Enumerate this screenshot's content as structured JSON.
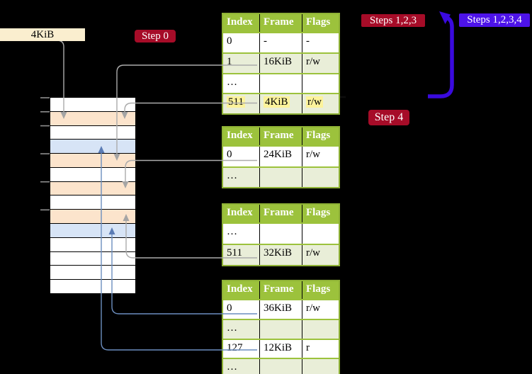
{
  "labels": {
    "size_label": "4KiB",
    "step0": "Step 0",
    "steps123": "Steps 1,2,3",
    "steps1234": "Steps 1,2,3,4",
    "step4": "Step 4"
  },
  "tables": [
    {
      "name": "page-table-top",
      "headers": [
        "Index",
        "Frame",
        "Flags"
      ],
      "rows": [
        [
          "0",
          "-",
          "-"
        ],
        [
          "1",
          "16KiB",
          "r/w"
        ],
        [
          "…",
          "",
          ""
        ],
        [
          "511",
          "4KiB",
          "r/w"
        ]
      ],
      "highlighted_row": "511"
    },
    {
      "name": "page-table-second",
      "headers": [
        "Index",
        "Frame",
        "Flags"
      ],
      "rows": [
        [
          "0",
          "24KiB",
          "r/w"
        ],
        [
          "…",
          "",
          ""
        ]
      ]
    },
    {
      "name": "page-table-third",
      "headers": [
        "Index",
        "Frame",
        "Flags"
      ],
      "rows": [
        [
          "…",
          "",
          ""
        ],
        [
          "511",
          "32KiB",
          "r/w"
        ]
      ]
    },
    {
      "name": "page-table-fourth",
      "headers": [
        "Index",
        "Frame",
        "Flags"
      ],
      "rows": [
        [
          "0",
          "36KiB",
          "r/w"
        ],
        [
          "…",
          "",
          ""
        ],
        [
          "127",
          "12KiB",
          "r"
        ],
        [
          "…",
          "",
          ""
        ]
      ]
    }
  ],
  "memory_stripe": {
    "description": "physical memory rows top to bottom",
    "rows": [
      "free",
      "frame",
      "free",
      "page",
      "frame",
      "free",
      "frame",
      "free",
      "frame",
      "page",
      "free",
      "free",
      "free",
      "free"
    ]
  },
  "colors": {
    "background": "#000000",
    "table_header_green": "#9CC23C",
    "table_alt_row": "#E9EED8",
    "highlight_yellow": "#FCF39B",
    "frame_row_orange": "#FCE4CC",
    "page_row_blue": "#D7E4F6",
    "crimson_badge": "#A60C28",
    "violet_badge": "#4D13E9",
    "big_arrow_blue": "#3A0ADF",
    "connector_gray": "#ABABAB",
    "connector_blue": "#6C8EBF",
    "size_label_cream": "#FAEECF"
  }
}
